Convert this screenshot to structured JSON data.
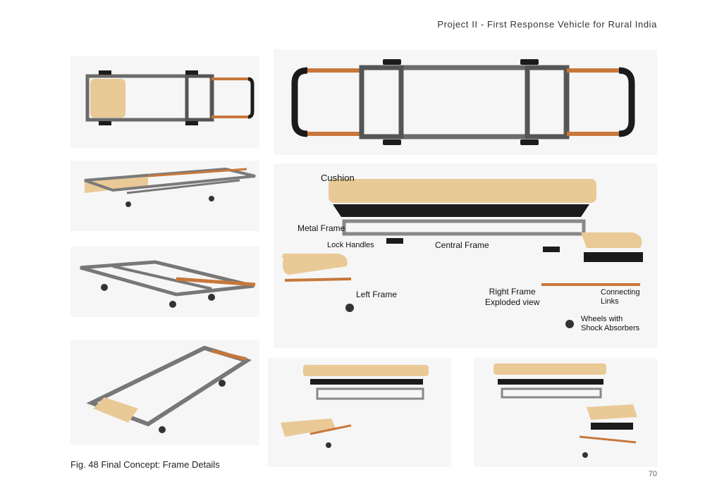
{
  "header": {
    "title": "Project II - First Response Vehicle for Rural India"
  },
  "figure": {
    "caption": "Fig. 48 Final Concept: Frame Details"
  },
  "page": {
    "number": "70"
  },
  "exploded_view": {
    "labels": {
      "cushion": "Cushion",
      "metal_frame": "Metal Frame",
      "lock_handles": "Lock Handles",
      "central_frame": "Central Frame",
      "left_frame": "Left Frame",
      "right_frame_line1": "Right Frame",
      "right_frame_line2": "Exploded view",
      "connecting_links_line1": "Connecting",
      "connecting_links_line2": "Links",
      "wheels_line1": "Wheels with",
      "wheels_line2": "Shock Absorbers"
    }
  },
  "colors": {
    "frame_metal": "#8a8a8a",
    "frame_dark": "#555555",
    "copper": "#c8773b",
    "cushion": "#e9c996",
    "black": "#1b1b1b",
    "panel_bg": "#f6f6f6"
  }
}
